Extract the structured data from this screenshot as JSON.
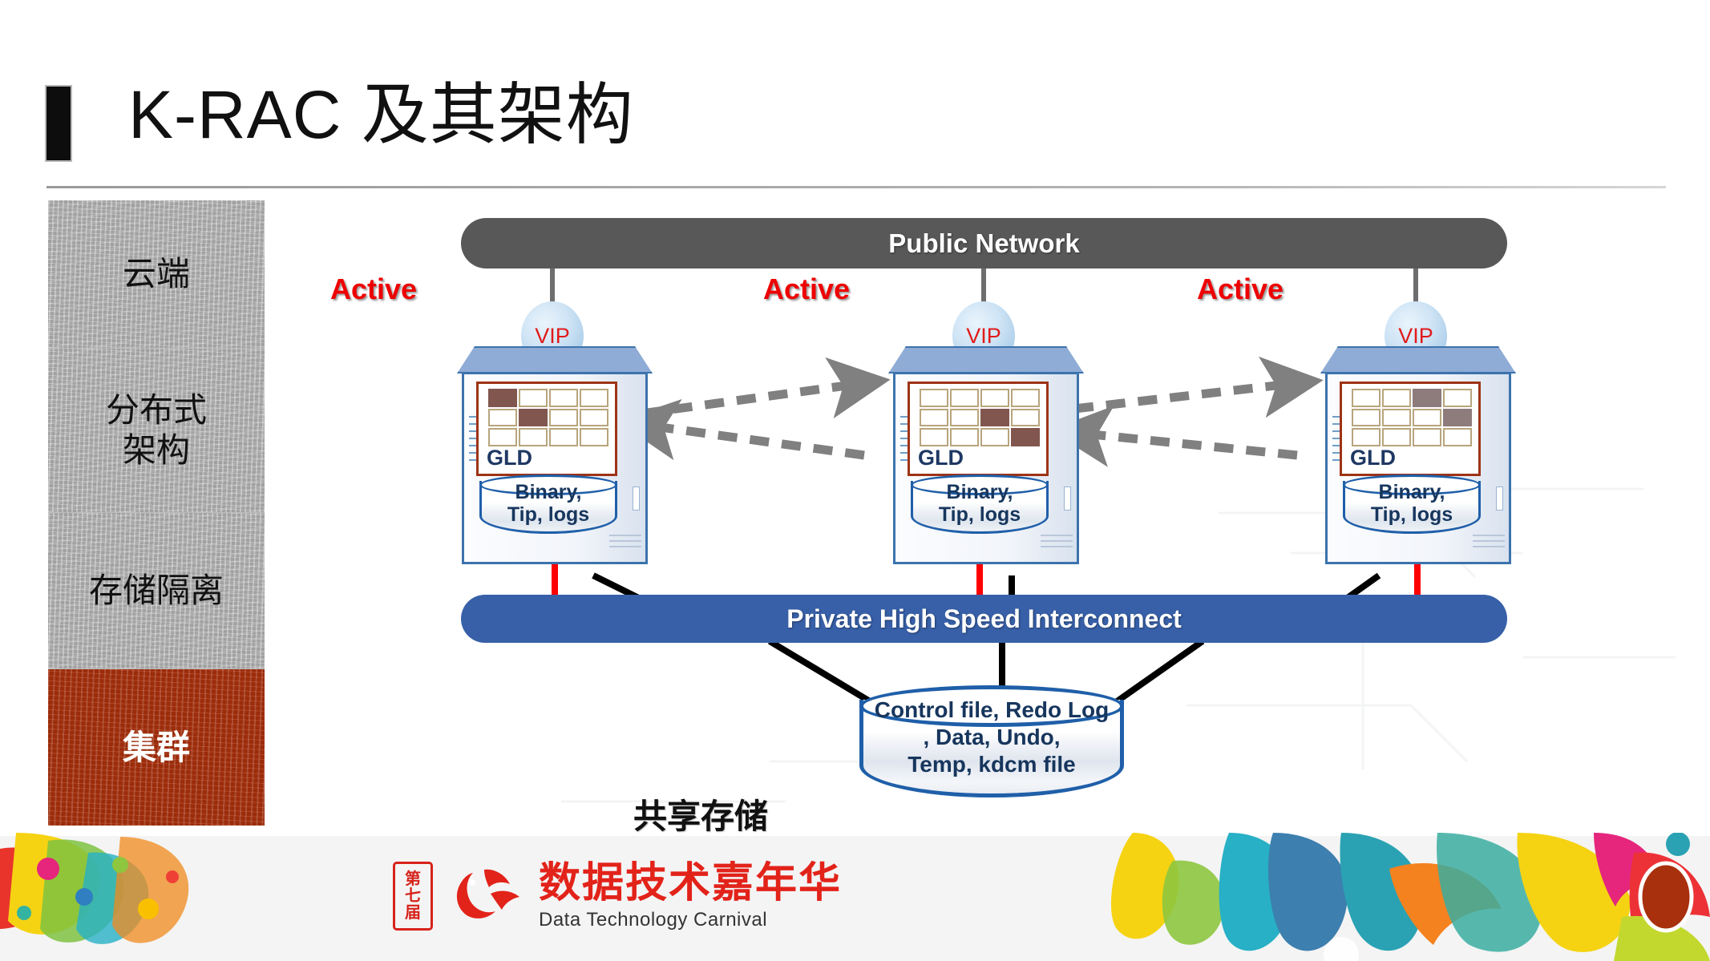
{
  "slide": {
    "title": "K-RAC 及其架构"
  },
  "sidebar": {
    "items": [
      {
        "label": "云端",
        "active": false
      },
      {
        "label": "分布式\n架构",
        "line1": "分布式",
        "line2": "架构",
        "active": false
      },
      {
        "label": "存储隔离",
        "active": false
      },
      {
        "label": "集群",
        "active": true
      }
    ]
  },
  "diagram": {
    "public_network_label": "Public Network",
    "interconnect_label": "Private High Speed Interconnect",
    "active_labels": [
      "Active",
      "Active",
      "Active"
    ],
    "vip_label": "VIP",
    "nodes": [
      {
        "gld_label": "GLD",
        "storage_line1": "Binary,",
        "storage_line2": "Tip, logs",
        "grid_rows": 3,
        "grid_cols": 4,
        "highlighted_cells": [
          [
            1,
            1
          ],
          [
            2,
            2
          ]
        ],
        "cell_color": "#81564f"
      },
      {
        "gld_label": "GLD",
        "storage_line1": "Binary,",
        "storage_line2": "Tip, logs",
        "grid_rows": 3,
        "grid_cols": 4,
        "highlighted_cells": [
          [
            2,
            3
          ],
          [
            3,
            4
          ]
        ],
        "cell_color": "#81564f"
      },
      {
        "gld_label": "GLD",
        "storage_line1": "Binary,",
        "storage_line2": "Tip, logs",
        "grid_rows": 3,
        "grid_cols": 4,
        "highlighted_cells": [
          [
            1,
            3
          ],
          [
            2,
            4
          ]
        ],
        "cell_color": "#8e7b7b"
      }
    ],
    "shared_storage": {
      "line1": "Control file, Redo Log",
      "line2": ", Data, Undo,",
      "line3": "Temp, kdcm file",
      "caption": "共享存储"
    }
  },
  "footer": {
    "badge_char1": "第",
    "badge_char2": "七",
    "badge_char3": "届",
    "brand_cn": "数据技术嘉年华",
    "brand_en": "Data Technology Carnival"
  },
  "colors": {
    "public_network": "#585858",
    "interconnect": "#3860a8",
    "active_red": "#ee0000",
    "sidebar_gray": "#a9a9a9",
    "sidebar_active_red": "#a8300c",
    "node_border_blue": "#3c73ac",
    "node_cap_blue": "#8facd6",
    "gld_border_red": "#9e3316",
    "gld_grid_tan": "#b8a57c",
    "cylinder_blue": "#1f5fa9",
    "text_navy": "#17365d",
    "brand_red": "#e2231a",
    "link_red": "#ee0000",
    "arrow_gray": "#808080"
  }
}
